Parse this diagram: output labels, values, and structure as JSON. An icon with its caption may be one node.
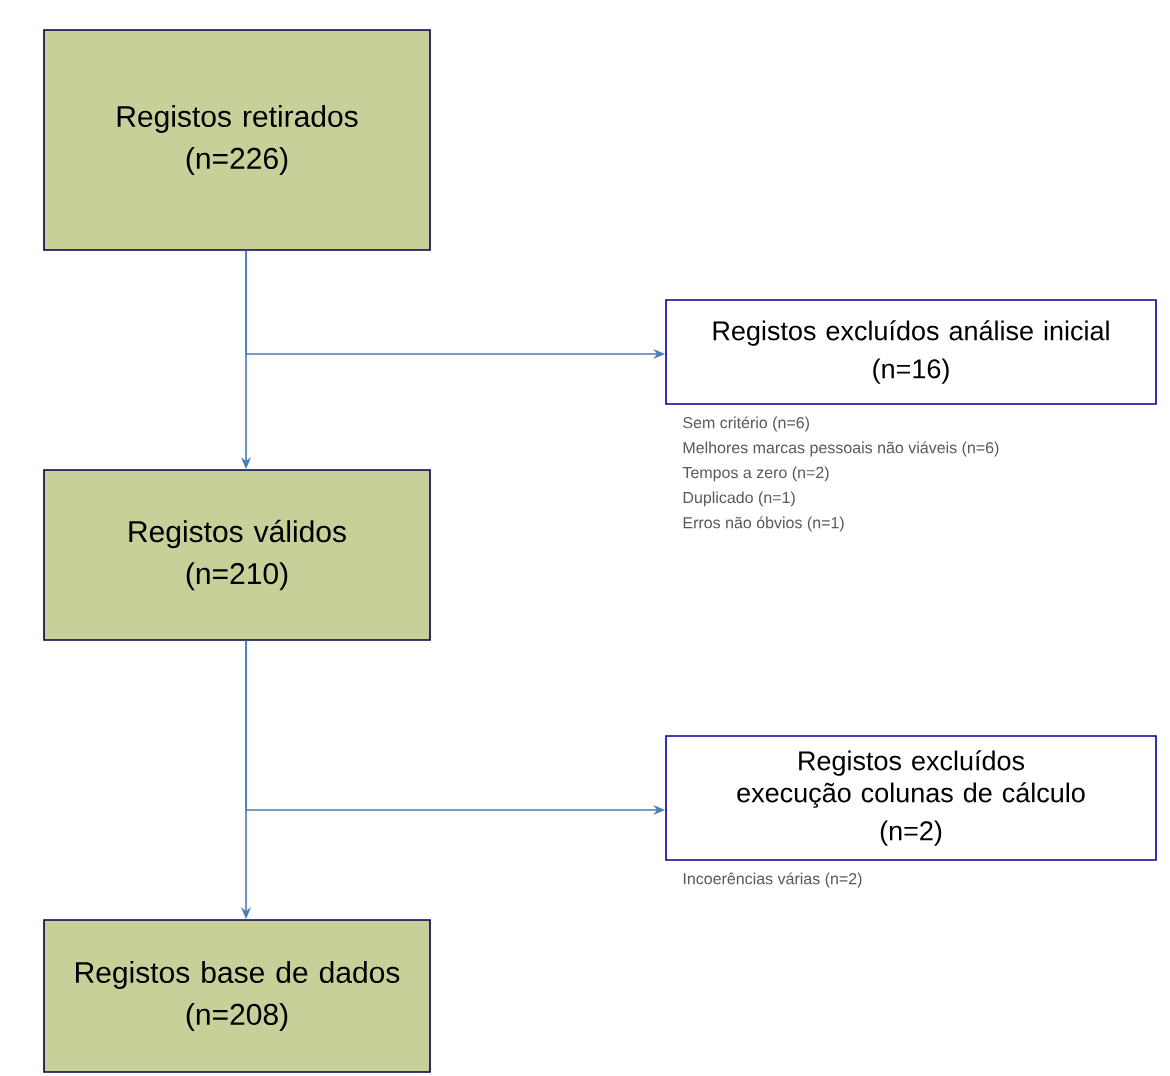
{
  "diagram": {
    "nodes": [
      {
        "text": [
          "Registos retirados",
          "(n=226)"
        ]
      },
      {
        "text": [
          "Registos excluídos análise inicial",
          "(n=16)"
        ],
        "beside": [
          "Sem critério (n=6)",
          "Melhores marcas pessoais  não viáveis (n=6)",
          "Tempos a zero (n=2)",
          "Duplicado (n=1)",
          "Erros não óbvios (n=1)"
        ]
      },
      {
        "text": [
          "Registos válidos",
          "(n=210)"
        ]
      },
      {
        "text": [
          "Registos excluídos execução colunas de cálculo",
          "(n=2)"
        ],
        "beside": [
          "Incoerências várias (n=2)"
        ]
      },
      {
        "text": [
          "Registos base de dados",
          "(n=208)"
        ]
      }
    ],
    "edges": [
      {
        "from": 0,
        "to": 2,
        "arrow": "to"
      },
      {
        "from": 0,
        "to": 1,
        "arrow": "to"
      },
      {
        "from": 2,
        "to": 4,
        "arrow": "to"
      },
      {
        "from": 2,
        "to": 3,
        "arrow": "to"
      }
    ]
  }
}
